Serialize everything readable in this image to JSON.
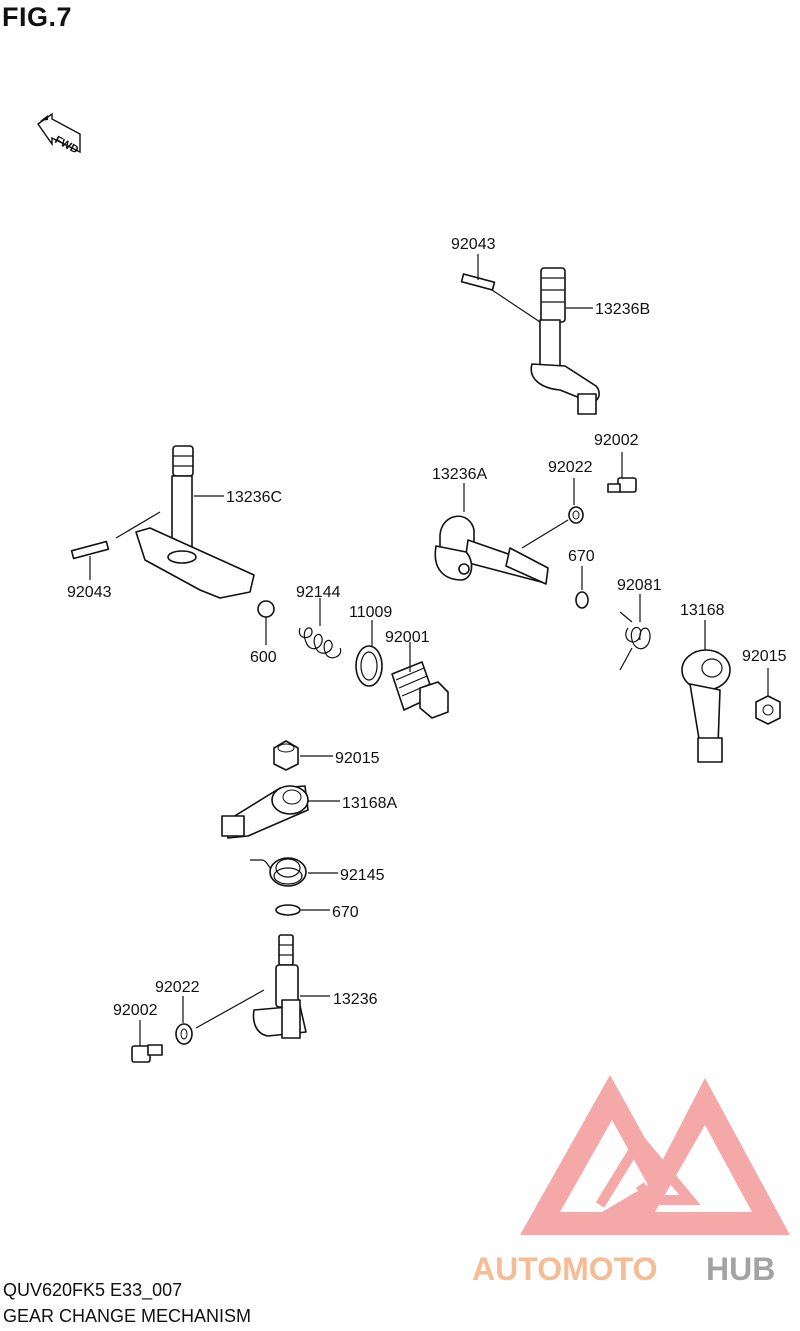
{
  "figure_title": "FIG.7",
  "direction_badge": "FWD",
  "footer": {
    "model_code": "QUV620FK5 E33_007",
    "section_title": "GEAR CHANGE MECHANISM"
  },
  "watermark": {
    "brand_part1": "AUTOMOTO",
    "brand_part2": "HUB",
    "color_part1": "#f5b58a",
    "color_part2": "#9a9a9a",
    "logo_color": "#f08080"
  },
  "labels": {
    "p92043_top": "92043",
    "p13236B": "13236B",
    "p92002_top": "92002",
    "p92022_top": "92022",
    "p13236A": "13236A",
    "p670_top": "670",
    "p92081": "92081",
    "p13168": "13168",
    "p92015_right": "92015",
    "p13236C": "13236C",
    "p92043_left": "92043",
    "p92144": "92144",
    "p11009": "11009",
    "p92001": "92001",
    "p600": "600",
    "p92015_mid": "92015",
    "p13168A": "13168A",
    "p92145": "92145",
    "p670_mid": "670",
    "p92022_bottom": "92022",
    "p92002_bottom": "92002",
    "p13236": "13236"
  }
}
